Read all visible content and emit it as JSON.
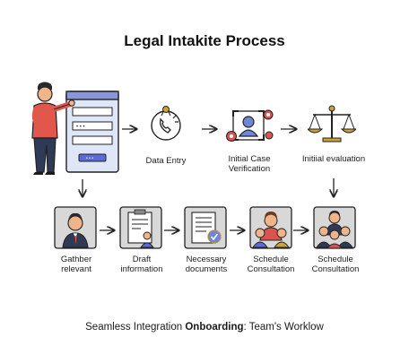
{
  "title": "Legal Intakite Process",
  "top_row": [
    {
      "icon": "phone-icon",
      "label_lines": [
        "Data Entry"
      ]
    },
    {
      "icon": "user-gears-icon",
      "label_lines": [
        "Initial Case",
        "Verification"
      ]
    },
    {
      "icon": "scales-icon",
      "label_lines": [
        "Initiial evaluation"
      ]
    }
  ],
  "bottom_row": [
    {
      "icon": "person-portrait-icon",
      "label_lines": [
        "Gathber",
        "relevant"
      ]
    },
    {
      "icon": "clipboard-person-icon",
      "label_lines": [
        "Draft",
        "information"
      ]
    },
    {
      "icon": "document-check-icon",
      "label_lines": [
        "Necessary",
        "documents"
      ]
    },
    {
      "icon": "group-icon",
      "label_lines": [
        "Schedule",
        "Consultation"
      ]
    },
    {
      "icon": "team-icon",
      "label_lines": [
        "Schedule",
        "Consultation"
      ]
    }
  ],
  "footer": {
    "prefix": "Seamless Integration ",
    "bold": "Onboarding",
    "suffix": ": Team's Worklow"
  },
  "colors": {
    "skin": "#f0b48a",
    "shirt": "#e2574c",
    "pants": "#2f3a57",
    "form_bg": "#dfe6f7",
    "form_header": "#8a96d8",
    "icon_box": "#d8d8d8",
    "gold": "#c9a23a",
    "red_gear": "#d9534f",
    "line": "#222222"
  }
}
